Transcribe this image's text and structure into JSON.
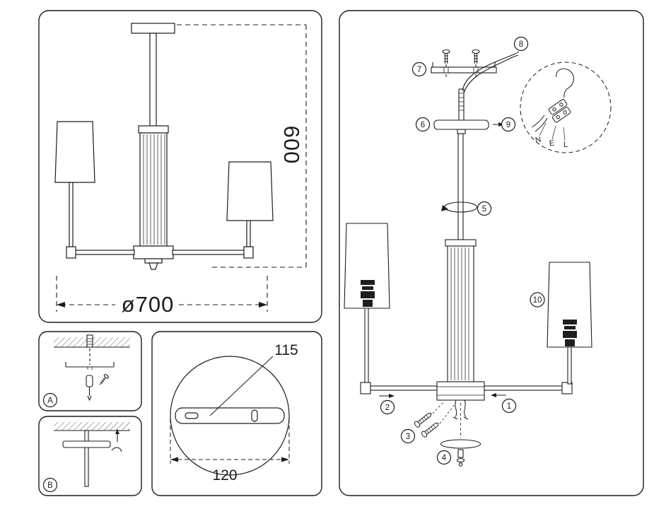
{
  "overview": {
    "height_dim": "600",
    "diameter_dim": "ø700"
  },
  "detail_a": {
    "label": "A"
  },
  "detail_b": {
    "label": "B"
  },
  "mounting_plate": {
    "slot_spacing_dim": "115",
    "plate_diameter_dim": "120"
  },
  "assembly": {
    "callouts": [
      "1",
      "2",
      "3",
      "4",
      "5",
      "6",
      "7",
      "8",
      "9",
      "10"
    ],
    "terminals": [
      "N",
      "E",
      "L"
    ]
  },
  "colors": {
    "line": "#1c1c1c",
    "socket": "#1f1f1f",
    "background": "#ffffff"
  }
}
